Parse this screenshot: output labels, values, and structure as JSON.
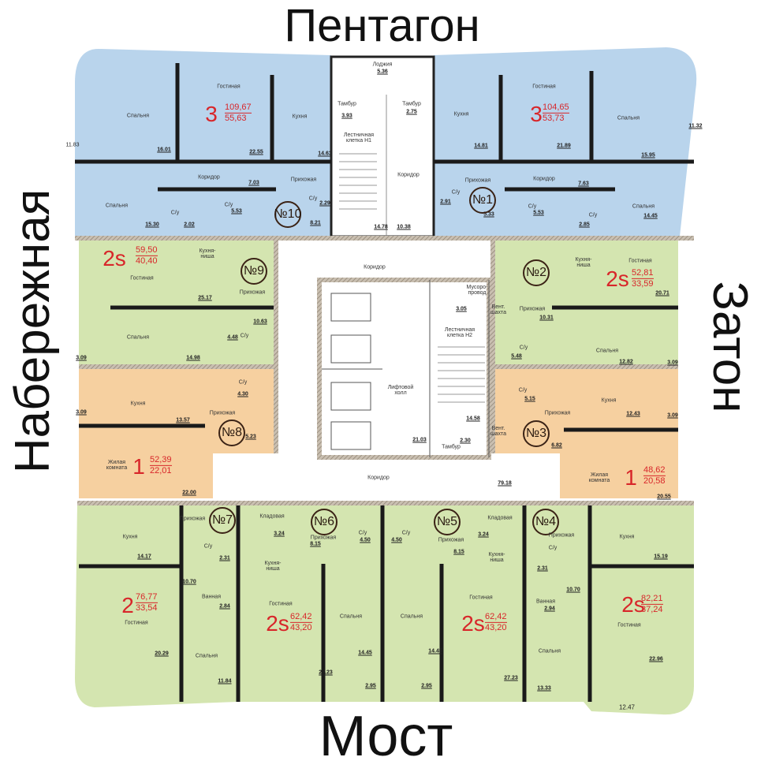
{
  "directions": {
    "top": "Пентагон",
    "bottom": "Мост",
    "left": "Набережная",
    "right": "Затон"
  },
  "colors": {
    "three_room": "#b9d4ec",
    "two_room": "#d4e5b0",
    "one_room": "#f6d0a0",
    "numbers": "#d8262a"
  },
  "core": {
    "loggia": "Лоджия",
    "loggia_area": "5.36",
    "vest1": "Тамбур",
    "vest1_area": "3.93",
    "vest2": "Тамбур",
    "vest2_area": "2.75",
    "stair1": "Лестничная клетка Н1",
    "stair1_area": "14.78",
    "corridor_top": "Коридор",
    "corridor_top_area": "10.38",
    "corridor_mid": "Коридор",
    "garbage": "Мусоро-провод",
    "garbage_area": "3.05",
    "vent1": "Вент. шахта",
    "vent2": "Вент. шахта",
    "stair2": "Лестничная клетка Н2",
    "stair2_area": "14.58",
    "lift_hall": "Лифтовой холл",
    "lift_hall_area": "21.03",
    "vest3": "Тамбур",
    "vest3_area": "2.30",
    "corridor_low": "Коридор",
    "corridor_low_area": "79.18"
  },
  "apt10": {
    "no": "№10",
    "type": "3",
    "total": "109,67",
    "living": "55,63",
    "labels": [
      "Гостиная",
      "Спальня",
      "Кухня",
      "Коридор",
      "Прихожая",
      "С/у",
      "Спальня",
      "С/у",
      "С/у"
    ],
    "areas": [
      "22.55",
      "16.01",
      "14.63",
      "7.03",
      "2.29",
      "15.30",
      "2.02",
      "5.53",
      "8.21",
      "11.83"
    ]
  },
  "apt1": {
    "no": "№1",
    "type": "3",
    "total": "104,65",
    "living": "53,73",
    "labels": [
      "Кухня",
      "Гостиная",
      "Спальня",
      "Прихожая",
      "Коридор",
      "С/у",
      "С/у",
      "С/у",
      "Спальня"
    ],
    "areas": [
      "14.81",
      "21.89",
      "15.95",
      "11.32",
      "7.63",
      "2.91",
      "5.33",
      "5.53",
      "2.85",
      "14.45"
    ]
  },
  "apt9": {
    "no": "№9",
    "type": "2s",
    "total": "59,50",
    "living": "40,40",
    "labels": [
      "Кухня-ниша",
      "Гостиная",
      "Прихожая",
      "Спальня",
      "С/у"
    ],
    "areas": [
      "25.17",
      "10.63",
      "14.98",
      "4.48",
      "3.09"
    ]
  },
  "apt8": {
    "no": "№8",
    "type": "1",
    "total": "52,39",
    "living": "22,01",
    "labels": [
      "С/у",
      "Кухня",
      "Прихожая",
      "Жилая комната"
    ],
    "areas": [
      "4.30",
      "13.57",
      "3.09",
      "5.23",
      "22.00"
    ]
  },
  "apt2": {
    "no": "№2",
    "type": "2s",
    "total": "52,81",
    "living": "33,59",
    "labels": [
      "Кухня-ниша",
      "Гостиная",
      "Прихожая",
      "С/у",
      "Спальня"
    ],
    "areas": [
      "20.71",
      "10.31",
      "5.48",
      "12.82",
      "3.09"
    ]
  },
  "apt3": {
    "no": "№3",
    "type": "1",
    "total": "48,62",
    "living": "20,58",
    "labels": [
      "С/у",
      "Кухня",
      "Прихожая",
      "Жилая комната"
    ],
    "areas": [
      "5.15",
      "12.43",
      "3.09",
      "6.82",
      "20.55"
    ]
  },
  "apt7": {
    "no": "№7",
    "type": "2",
    "total": "76,77",
    "living": "33,54",
    "labels": [
      "Кухня",
      "Прихожая",
      "С/у",
      "Ванная",
      "Гостиная",
      "Спальня"
    ],
    "areas": [
      "14.17",
      "2.31",
      "10.70",
      "2.84",
      "20.29",
      "11.84"
    ]
  },
  "apt6": {
    "no": "№6",
    "type": "2s",
    "total": "62,42",
    "living": "43,20",
    "labels": [
      "Кладовая",
      "Прихожая",
      "С/у",
      "Кухня-ниша",
      "Гостиная",
      "Спальня"
    ],
    "areas": [
      "3.24",
      "8.15",
      "4.50",
      "14.45",
      "27.23",
      "2.95"
    ]
  },
  "apt5": {
    "no": "№5",
    "type": "2s",
    "total": "62,42",
    "living": "43,20",
    "labels": [
      "С/у",
      "Прихожая",
      "Кладовая",
      "Кухня-ниша",
      "Гостиная",
      "Спальня"
    ],
    "areas": [
      "4.50",
      "8.15",
      "3.24",
      "14.45",
      "27.23",
      "2.95"
    ]
  },
  "apt4": {
    "no": "№4",
    "type": "2s",
    "total": "82,21",
    "living": "37,24",
    "labels": [
      "Прихожая",
      "С/у",
      "Ванная",
      "Кухня",
      "Гостиная",
      "Спальня"
    ],
    "areas": [
      "2.31",
      "10.70",
      "2.94",
      "15.19",
      "22.96",
      "13.33",
      "12.47"
    ]
  }
}
